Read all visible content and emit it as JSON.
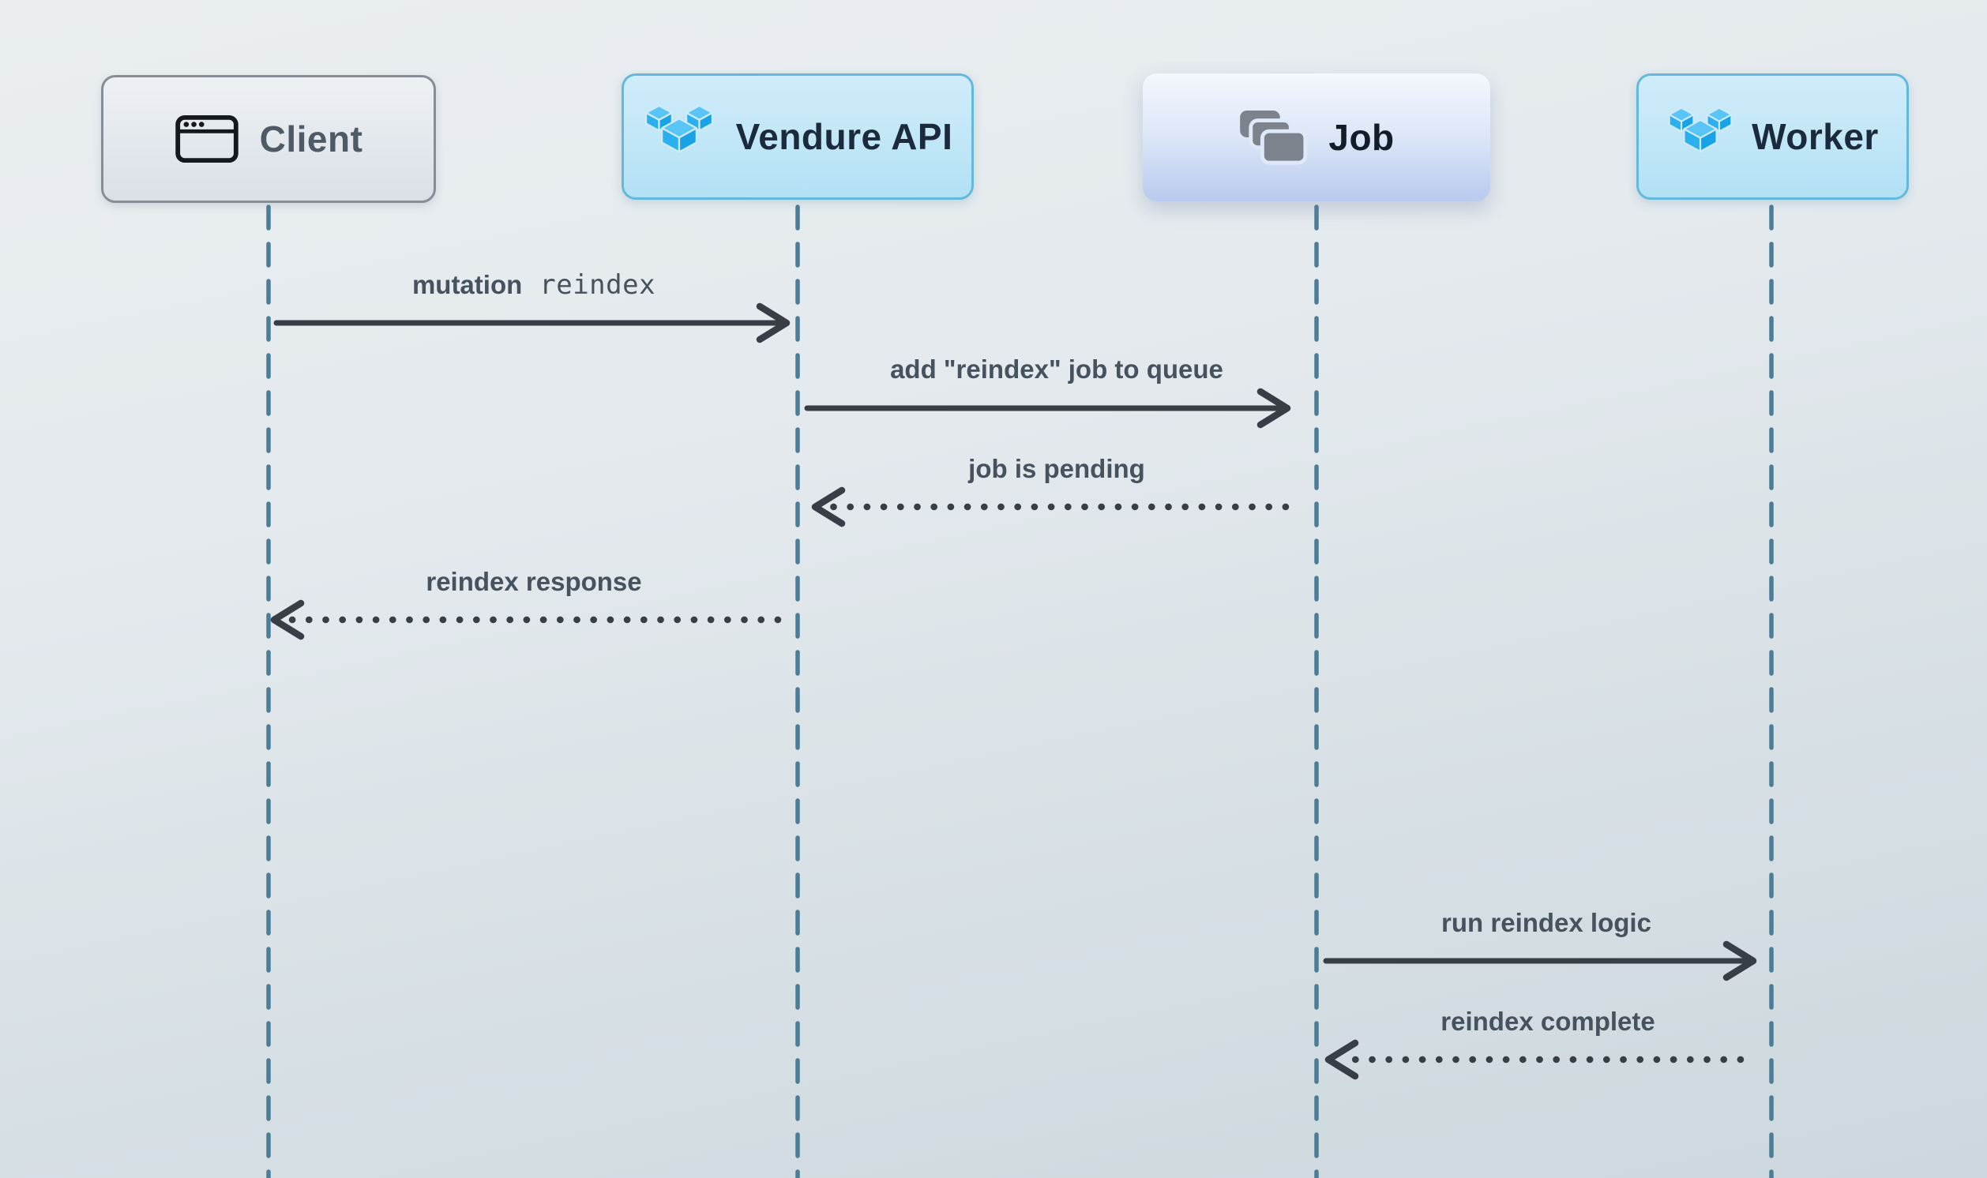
{
  "diagram_type": "sequence-diagram",
  "actors": [
    {
      "label": "Client",
      "icon": "browser-window-icon"
    },
    {
      "label": "Vendure API",
      "icon": "vendure-logo-icon"
    },
    {
      "label": "Job",
      "icon": "stacked-cards-icon"
    },
    {
      "label": "Worker",
      "icon": "vendure-logo-icon"
    }
  ],
  "messages": [
    {
      "from": "Client",
      "to": "Vendure API",
      "style": "solid",
      "text": "mutation",
      "code": "reindex"
    },
    {
      "from": "Vendure API",
      "to": "Job",
      "style": "solid",
      "text": "add \"reindex\" job to queue"
    },
    {
      "from": "Job",
      "to": "Vendure API",
      "style": "dotted",
      "text": "job is pending"
    },
    {
      "from": "Vendure API",
      "to": "Client",
      "style": "dotted",
      "text": "reindex response"
    },
    {
      "from": "Job",
      "to": "Worker",
      "style": "solid",
      "text": "run reindex logic"
    },
    {
      "from": "Worker",
      "to": "Job",
      "style": "dotted",
      "text": "reindex complete"
    }
  ],
  "colors": {
    "background_top": "#eaeef1",
    "background_bottom": "#ccd8de",
    "lifeline": "#4c7d97",
    "arrow": "#373e45",
    "label_text": "#46525e",
    "client_box_border": "#878d94",
    "client_box_text": "#4e5a66",
    "vendure_box_bg": "#c2e7f7",
    "vendure_box_border": "#64b9da",
    "vendure_box_text": "#1c2a3d",
    "job_box_bg_top": "#f4f8fd",
    "job_box_bg_bottom": "#b8caee",
    "job_box_text": "#131d2a",
    "vendure_blue_top": "#58c5f6",
    "vendure_blue_left": "#2bb0ed",
    "vendure_blue_right": "#17a3e6",
    "card_icon_gray": "#7c838d"
  }
}
